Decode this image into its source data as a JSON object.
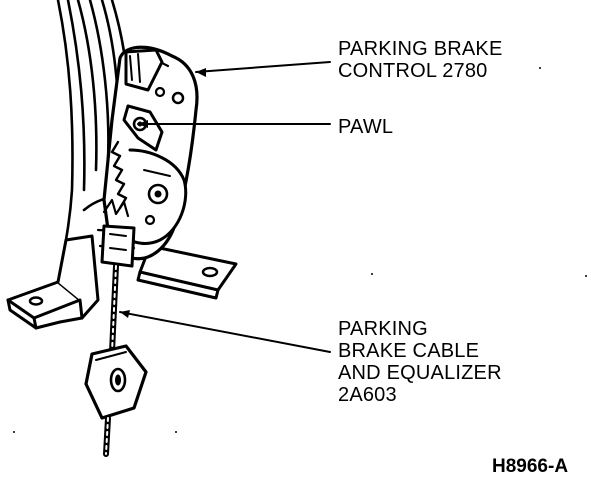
{
  "diagram": {
    "callouts": {
      "control": [
        "PARKING BRAKE",
        "CONTROL 2780"
      ],
      "pawl": [
        "PAWL"
      ],
      "cable": [
        "PARKING",
        "BRAKE CABLE",
        "AND EQUALIZER",
        "2A603"
      ]
    },
    "figure_code": "H8966-A"
  }
}
